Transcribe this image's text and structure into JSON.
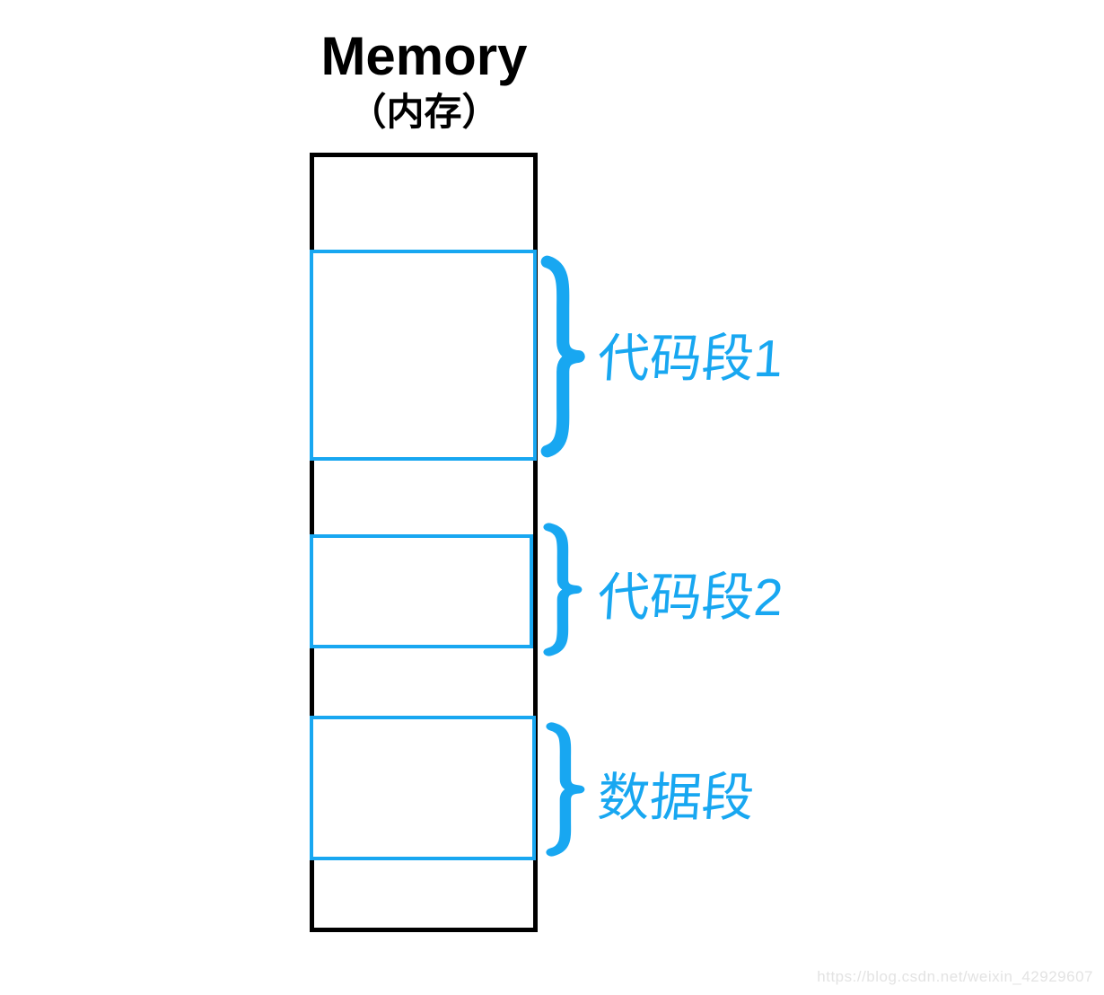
{
  "title": "Memory",
  "subtitle": "（内存）",
  "colors": {
    "accent_blue": "#18A7F1",
    "outline_black": "#000000",
    "watermark_gray": "#E3E3E3"
  },
  "memory_diagram": {
    "segments": [
      {
        "id": "code-segment-1",
        "label": "代码段1"
      },
      {
        "id": "code-segment-2",
        "label": "代码段2"
      },
      {
        "id": "data-segment",
        "label": "数据段"
      }
    ]
  },
  "icons": {
    "brace": "curly-brace-right"
  },
  "watermark": "https://blog.csdn.net/weixin_42929607"
}
